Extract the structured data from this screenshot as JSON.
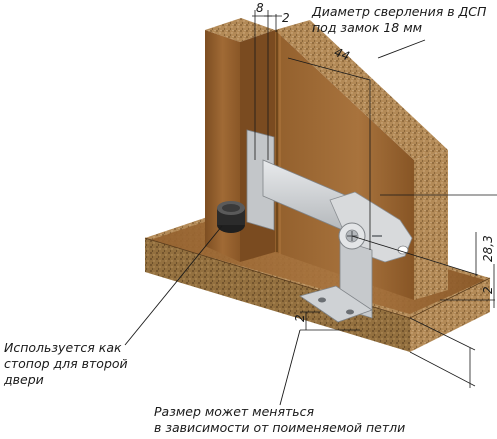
{
  "dimensions": {
    "gap_8": "8",
    "gap_2_top": "2",
    "width_44": "44",
    "height_28_3": "28,3",
    "offset_2_right": "2",
    "offset_2_bottom": "2"
  },
  "annotations": {
    "drill_diameter_line1": "Диаметр сверления в ДСП",
    "drill_diameter_line2": "под замок 18 мм",
    "stopper_line1": "Используется как",
    "stopper_line2": "стопор для второй",
    "stopper_line3": "двери",
    "size_line1": "Размер может меняться",
    "size_line2": "в зависимости от поименяемой петли"
  },
  "colors": {
    "wood_front": "#8e5b2b",
    "wood_front_light": "#a06a35",
    "chipboard": "#b38a57",
    "chipboard_dark": "#8f6a3e",
    "metal": "#cfd2d5",
    "metal_dark": "#8d9195",
    "rubber": "#2b2b2b",
    "line": "#1a1a1a"
  }
}
